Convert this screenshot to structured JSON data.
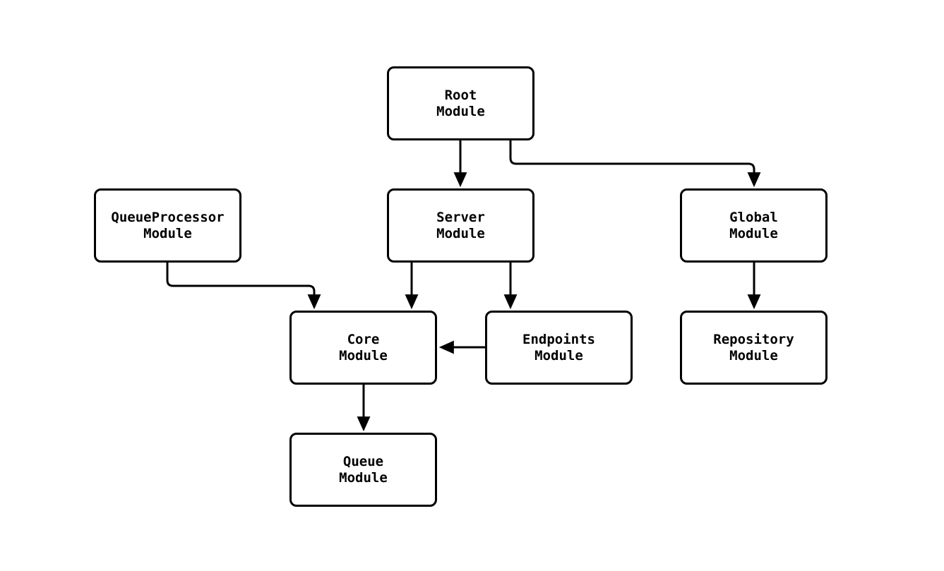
{
  "diagram": {
    "type": "module-dependency-flowchart",
    "background_color": "#ffffff",
    "stroke_color": "#000000",
    "node_fill_color": "#ffffff",
    "nodes": {
      "root": {
        "label": "Root\nModule"
      },
      "queueprocessor": {
        "label": "QueueProcessor\nModule"
      },
      "server": {
        "label": "Server\nModule"
      },
      "global": {
        "label": "Global\nModule"
      },
      "core": {
        "label": "Core\nModule"
      },
      "endpoints": {
        "label": "Endpoints\nModule"
      },
      "repository": {
        "label": "Repository\nModule"
      },
      "queue": {
        "label": "Queue\nModule"
      }
    },
    "edges": [
      {
        "from": "root",
        "to": "server"
      },
      {
        "from": "root",
        "to": "global"
      },
      {
        "from": "queueprocessor",
        "to": "core"
      },
      {
        "from": "server",
        "to": "core"
      },
      {
        "from": "server",
        "to": "endpoints"
      },
      {
        "from": "endpoints",
        "to": "core"
      },
      {
        "from": "global",
        "to": "repository"
      },
      {
        "from": "core",
        "to": "queue"
      }
    ]
  }
}
